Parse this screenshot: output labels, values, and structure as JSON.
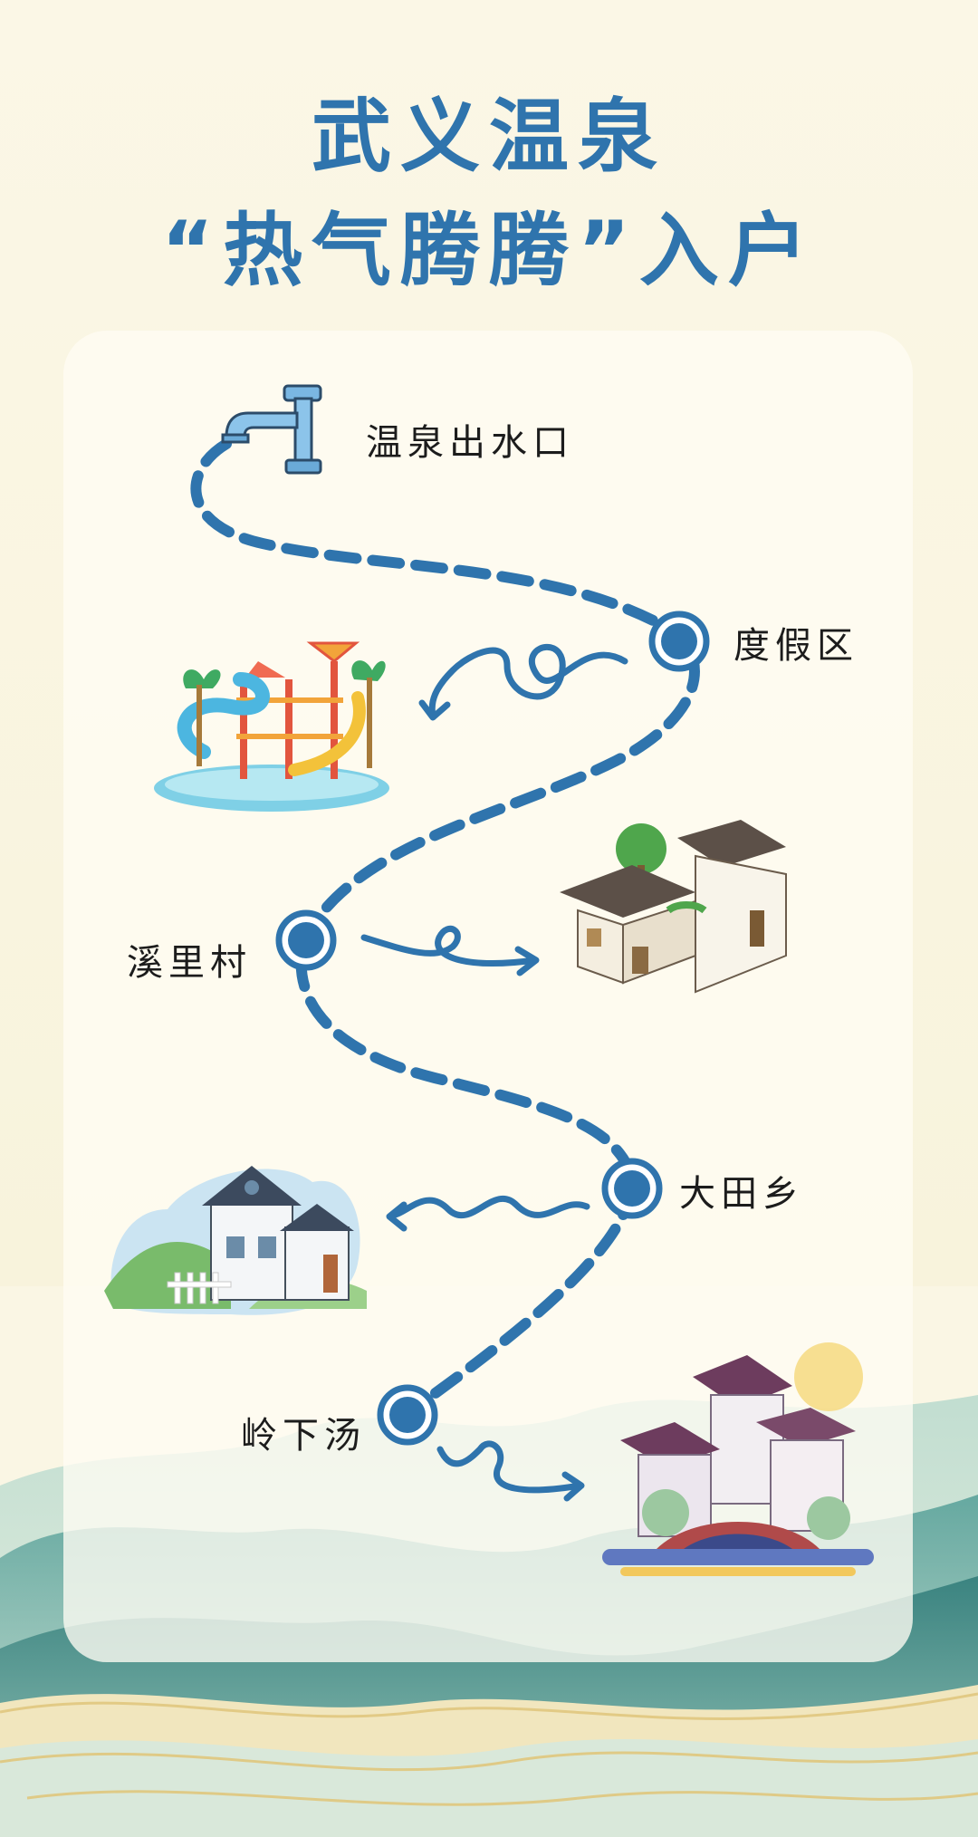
{
  "title": {
    "line1": "武义温泉",
    "line2": "“热气腾腾”入户"
  },
  "route": {
    "source": "温泉出水口",
    "stops": [
      {
        "label": "度假区"
      },
      {
        "label": "溪里村"
      },
      {
        "label": "大田乡"
      },
      {
        "label": "岭下汤"
      }
    ]
  },
  "icons": {
    "source": "faucet-icon",
    "resort": "water-park-illustration",
    "village": "courtyard-house-illustration",
    "township": "farmhouse-illustration",
    "town": "waterside-town-illustration"
  },
  "colors": {
    "accent": "#2f74ad",
    "background": "#faf6e4"
  }
}
